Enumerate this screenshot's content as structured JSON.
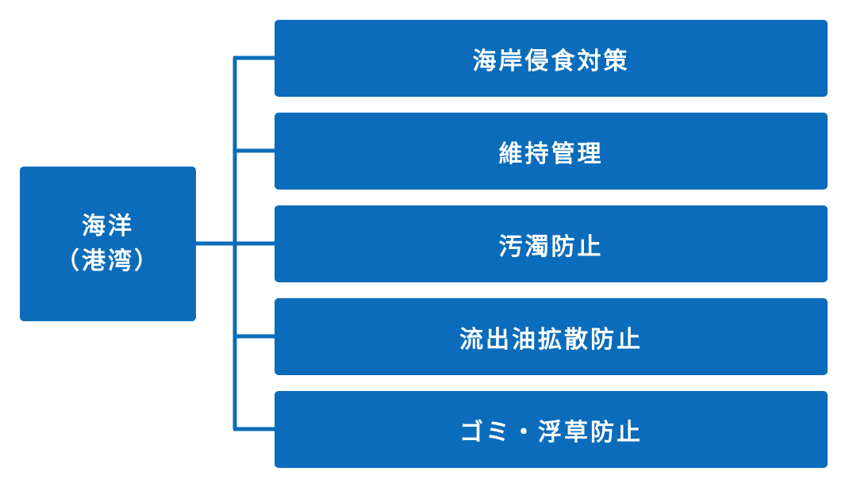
{
  "root": {
    "line1": "海洋",
    "line2": "（港湾）"
  },
  "branches": [
    {
      "label": "海岸侵食対策"
    },
    {
      "label": "維持管理"
    },
    {
      "label": "汚濁防止"
    },
    {
      "label": "流出油拡散防止"
    },
    {
      "label": "ゴミ・浮草防止"
    }
  ],
  "colors": {
    "box": "#0a6cbb",
    "line": "#0a6cbb",
    "text": "#ffffff"
  }
}
